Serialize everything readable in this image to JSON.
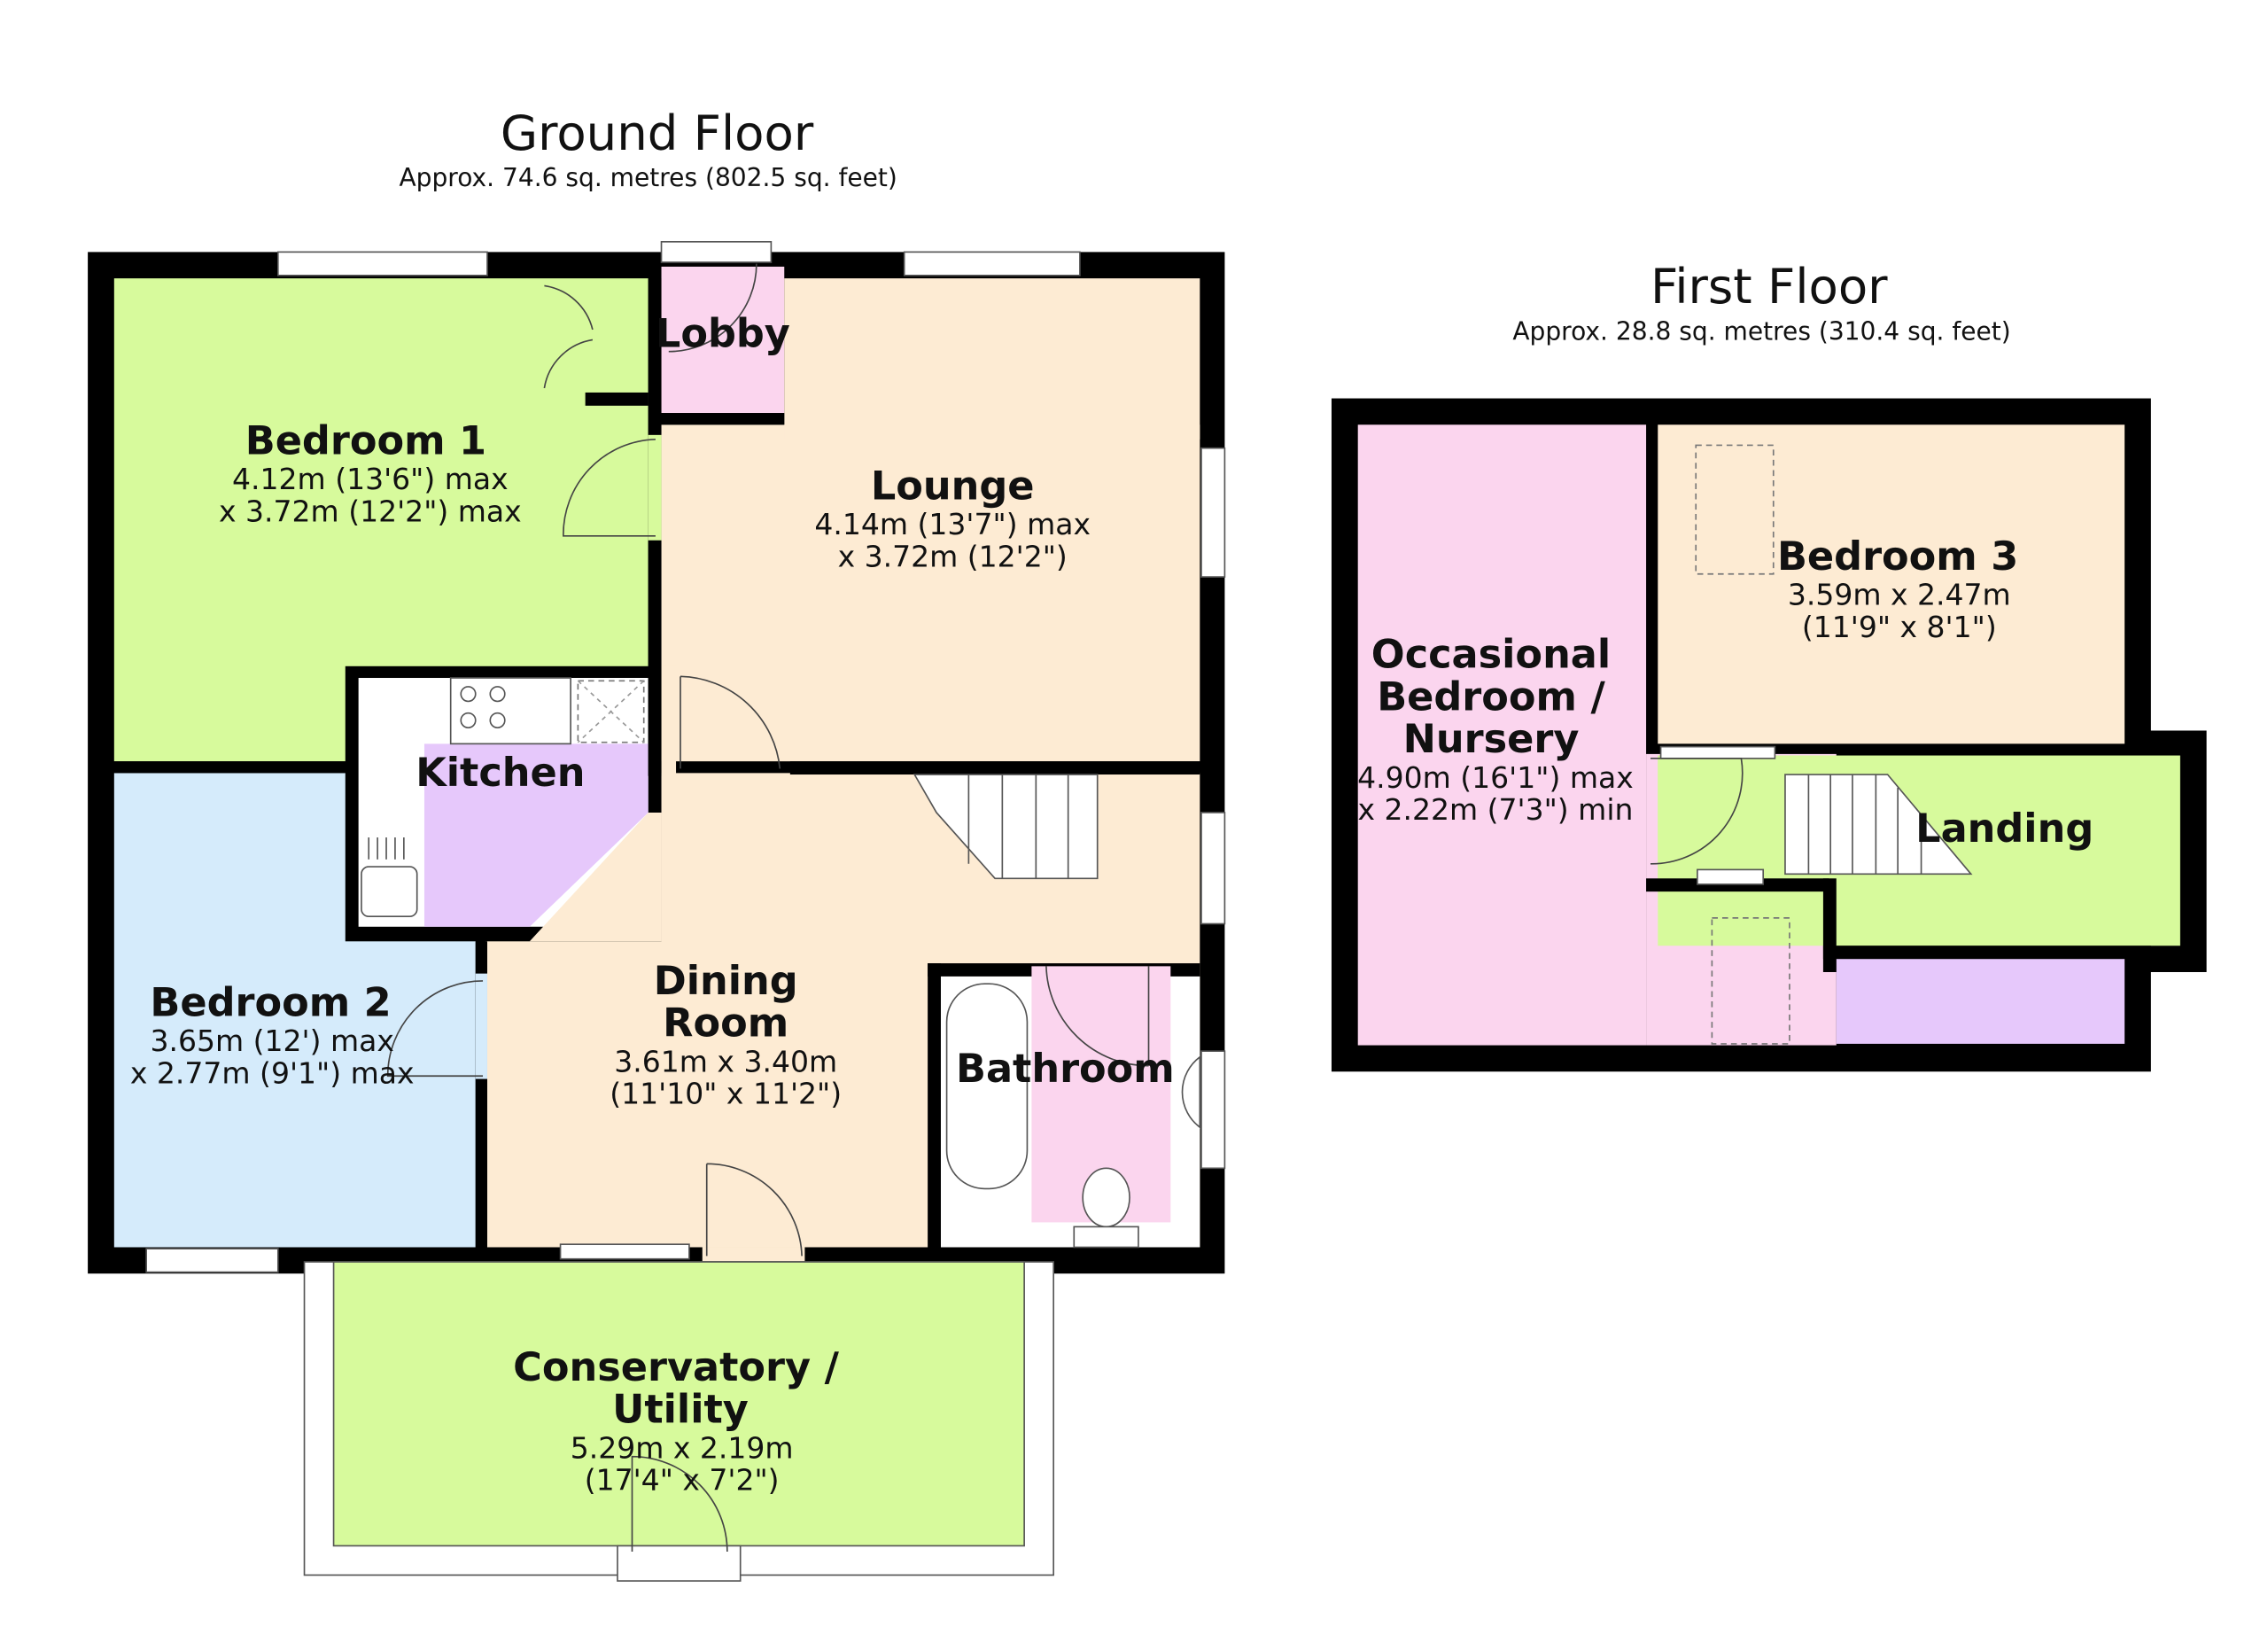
{
  "colors": {
    "green": "#d7fa9c",
    "cream": "#fdebd3",
    "pink": "#fbd5ee",
    "blue": "#d5ebfb",
    "purple": "#e6c8fb",
    "wall": "#000000"
  },
  "ground_floor": {
    "title": "Ground Floor",
    "area": "Approx. 74.6 sq. metres (802.5 sq. feet)",
    "rooms": {
      "bedroom1": {
        "name": "Bedroom 1",
        "dim1": "4.12m (13'6\") max",
        "dim2": "x 3.72m (12'2\") max"
      },
      "lobby": {
        "name": "Lobby"
      },
      "lounge": {
        "name": "Lounge",
        "dim1": "4.14m (13'7\") max",
        "dim2": "x 3.72m (12'2\")"
      },
      "kitchen": {
        "name": "Kitchen"
      },
      "bedroom2": {
        "name": "Bedroom 2",
        "dim1": "3.65m (12') max",
        "dim2": "x 2.77m (9'1\") max"
      },
      "dining": {
        "name1": "Dining",
        "name2": "Room",
        "dim1": "3.61m x 3.40m",
        "dim2": "(11'10\" x 11'2\")"
      },
      "bathroom": {
        "name": "Bathroom"
      },
      "conservatory": {
        "name1": "Conservatory /",
        "name2": "Utility",
        "dim1": "5.29m x 2.19m",
        "dim2": "(17'4\" x 7'2\")"
      }
    }
  },
  "first_floor": {
    "title": "First Floor",
    "area": "Approx. 28.8 sq. metres (310.4 sq. feet)",
    "rooms": {
      "occasional": {
        "name1": "Occasional",
        "name2": "Bedroom /",
        "name3": "Nursery",
        "dim1": "4.90m (16'1\") max",
        "dim2": "x 2.22m (7'3\") min"
      },
      "bedroom3": {
        "name": "Bedroom 3",
        "dim1": "3.59m x 2.47m",
        "dim2": "(11'9\" x 8'1\")"
      },
      "landing": {
        "name": "Landing"
      }
    }
  }
}
